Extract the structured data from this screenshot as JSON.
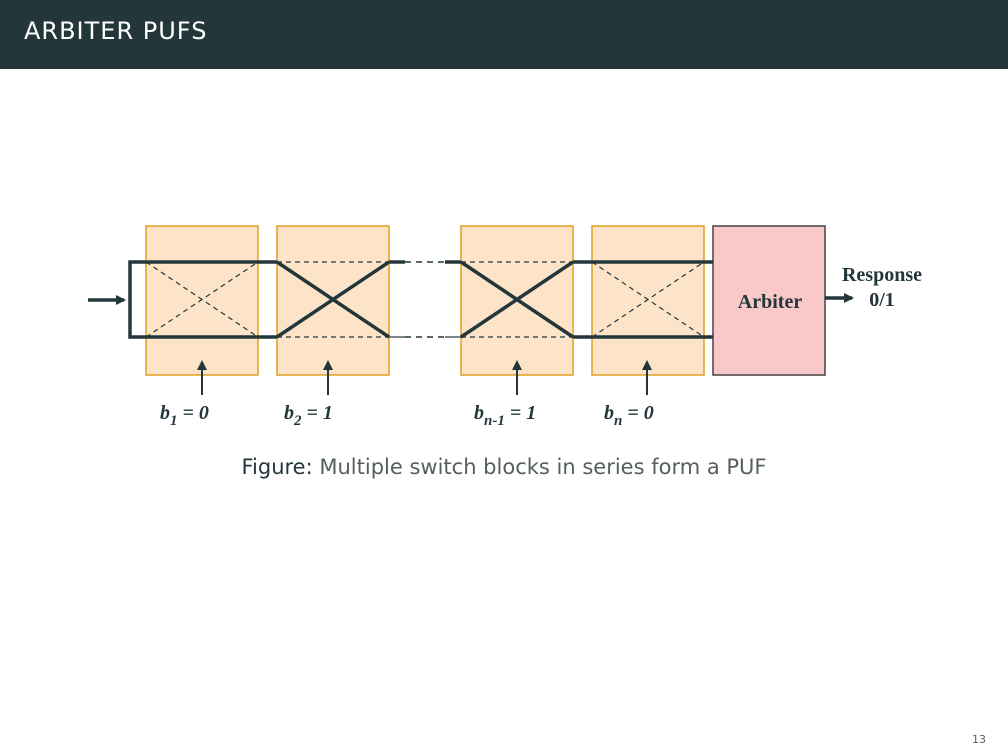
{
  "header": {
    "title": "ARBITER PUFS"
  },
  "diagram": {
    "arbiter_label": "Arbiter",
    "response_label": "Response",
    "response_value": "0/1",
    "bits": [
      {
        "var": "b",
        "sub": "1",
        "eq": " = 0"
      },
      {
        "var": "b",
        "sub": "2",
        "eq": " = 1"
      },
      {
        "var": "b",
        "sub": "n-1",
        "eq": " = 1"
      },
      {
        "var": "b",
        "sub": "n",
        "eq": " = 0"
      }
    ]
  },
  "caption": {
    "label": "Figure:",
    "text": "Multiple switch blocks in series form a PUF"
  },
  "page_number": "13",
  "colors": {
    "header_bg": "#23373b",
    "block_fill": "#fde4c8",
    "block_border": "#e0a020",
    "arbiter_fill": "#f9c8c8",
    "line": "#23373b"
  }
}
